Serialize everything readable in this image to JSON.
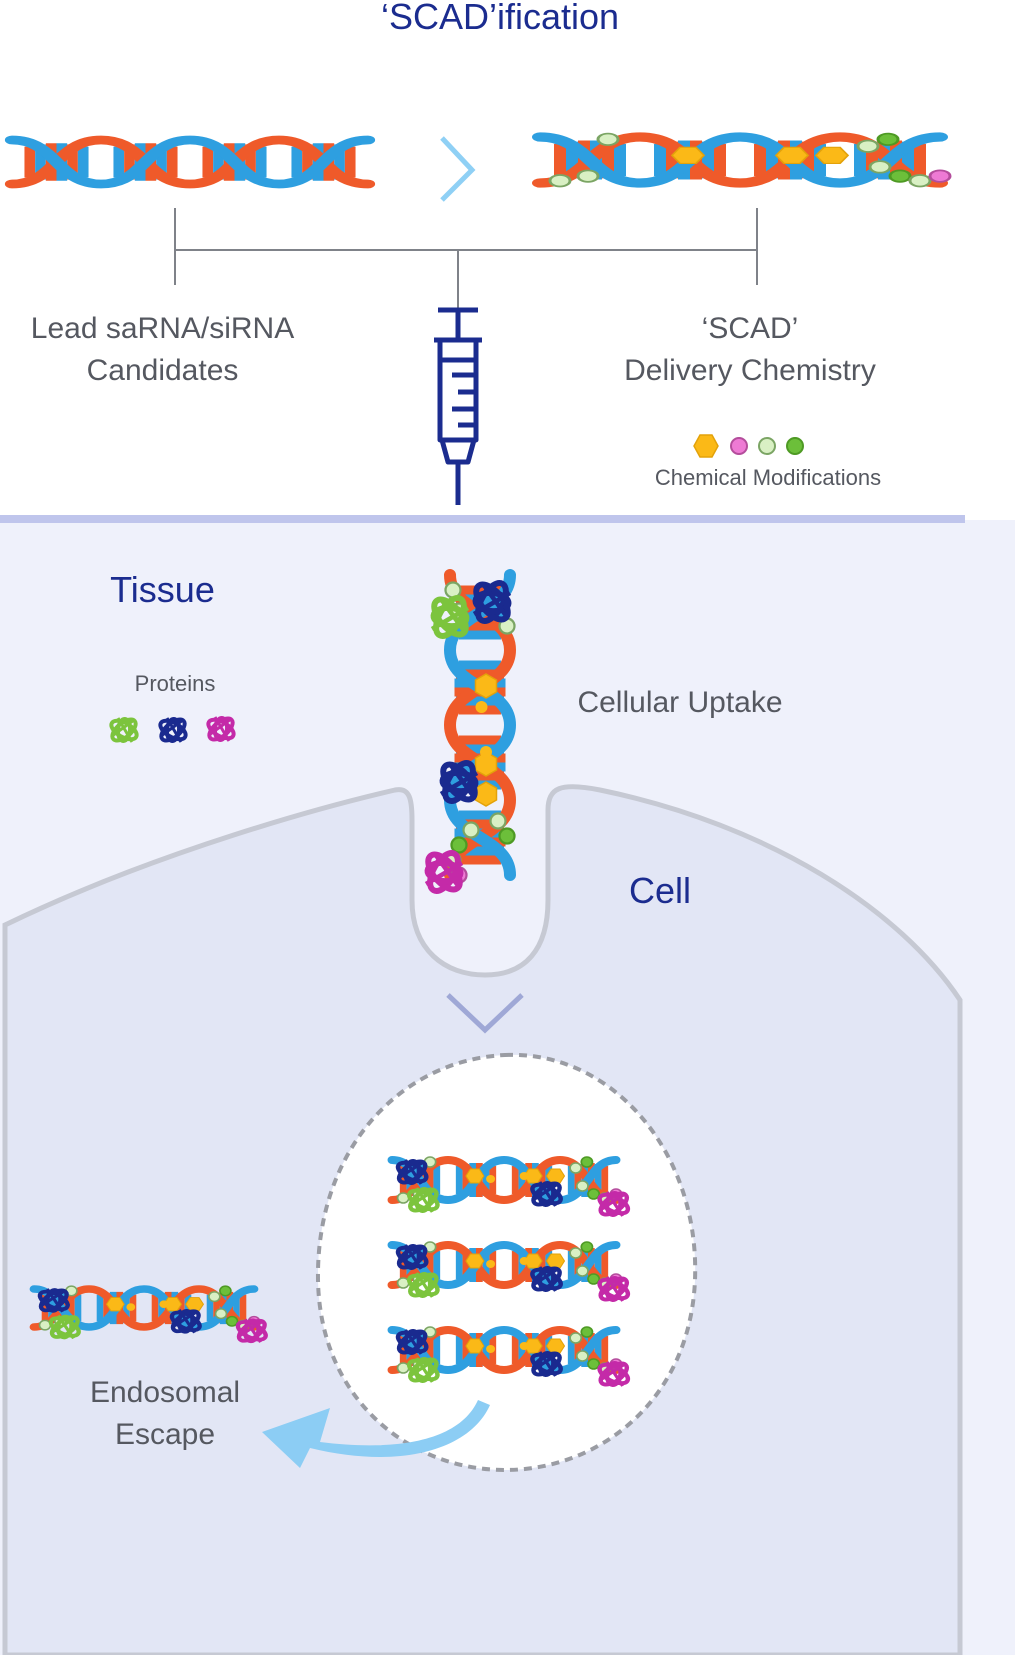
{
  "title": "‘SCAD’ification",
  "lead_candidates": {
    "line1": "Lead saRNA/siRNA",
    "line2": "Candidates"
  },
  "delivery_chemistry": {
    "line1": "‘SCAD’",
    "line2": "Delivery Chemistry"
  },
  "legend": {
    "label": "Chemical Modifications"
  },
  "tissue": {
    "label": "Tissue"
  },
  "proteins": {
    "label": "Proteins"
  },
  "cellular_uptake": {
    "label": "Cellular Uptake"
  },
  "cell": {
    "label": "Cell"
  },
  "endosomal_escape": {
    "line1": "Endosomal",
    "line2": "Escape"
  },
  "colors": {
    "strand_blue": "#2e9fe0",
    "strand_orange": "#ef5a2a",
    "hexagon": "#fbb917",
    "mod_pink": "#ee7ad4",
    "mod_light_green": "#d9f0c4",
    "mod_green": "#6cbf3a",
    "protein_green": "#7cc43d",
    "protein_navy": "#1a2a8f",
    "protein_magenta": "#c42aa8",
    "title_navy": "#1b2c8f",
    "tissue_bg": "#eff1fb",
    "cell_bg": "#e2e6f5",
    "divider": "#bfc5ec"
  }
}
